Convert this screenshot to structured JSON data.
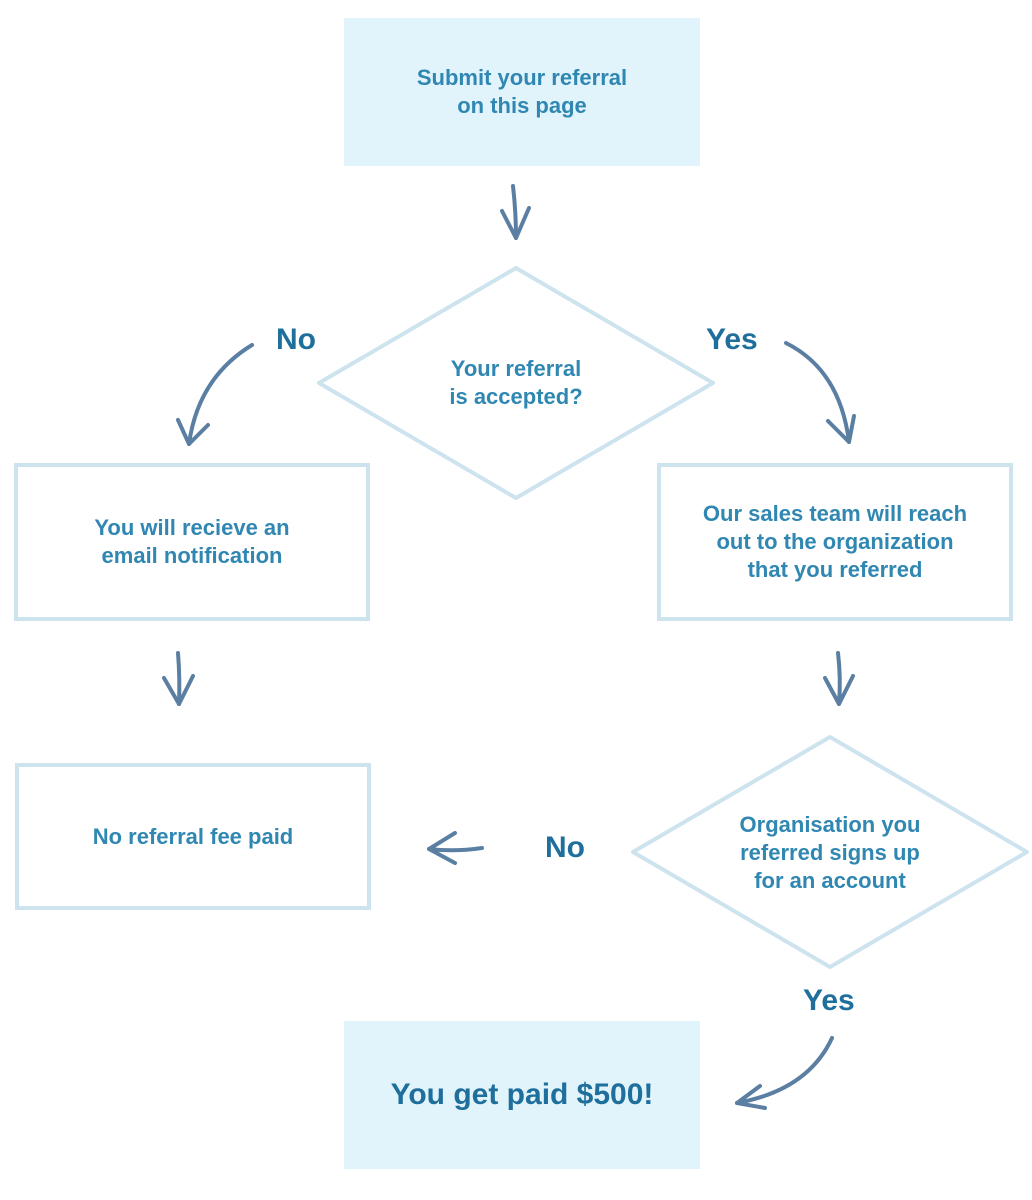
{
  "colors": {
    "filled_box": "#e1f3fb",
    "box_border": "#cde3ee",
    "node_text": "#2f87b2",
    "branch_label": "#1f6f9c",
    "arrow": "#5a7fa3"
  },
  "nodes": {
    "submit": "Submit your referral\non this page",
    "accepted_question": "Your referral\nis accepted?",
    "email_notification": "You will recieve an\nemail notification",
    "sales_team": "Our sales team will reach\nout to the organization\nthat you referred",
    "no_fee": "No referral fee paid",
    "signup_question": "Organisation you\nreferred signs up\nfor an account",
    "paid": "You get paid $500!"
  },
  "labels": {
    "no_1": "No",
    "yes_1": "Yes",
    "no_2": "No",
    "yes_2": "Yes"
  }
}
